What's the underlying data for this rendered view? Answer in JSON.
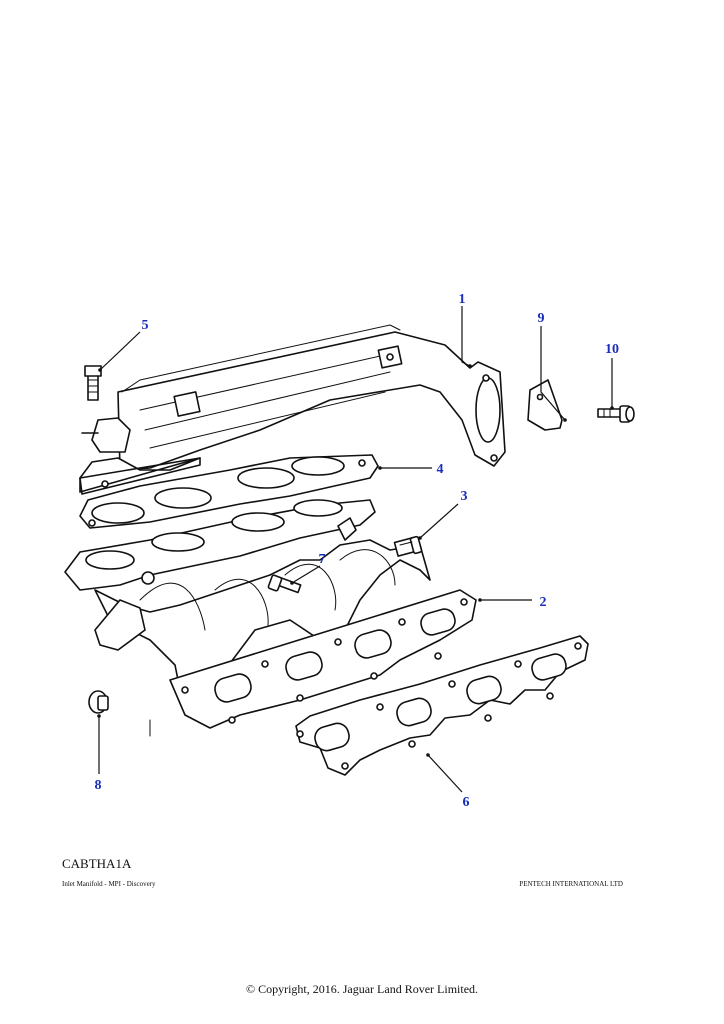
{
  "diagram": {
    "callouts": [
      {
        "id": "1",
        "label": "1"
      },
      {
        "id": "2",
        "label": "2"
      },
      {
        "id": "3",
        "label": "3"
      },
      {
        "id": "4",
        "label": "4"
      },
      {
        "id": "5",
        "label": "5"
      },
      {
        "id": "6",
        "label": "6"
      },
      {
        "id": "7",
        "label": "7"
      },
      {
        "id": "8",
        "label": "8"
      },
      {
        "id": "9",
        "label": "9"
      },
      {
        "id": "10",
        "label": "10"
      }
    ],
    "callout_color": "#1a2fb8"
  },
  "footer": {
    "code": "CABTHA1A",
    "subtitle": "Inlet Manifold - MPI - Discovery",
    "publisher": "PENTECH INTERNATIONAL LTD",
    "copyright": "© Copyright, 2016. Jaguar Land Rover Limited."
  }
}
